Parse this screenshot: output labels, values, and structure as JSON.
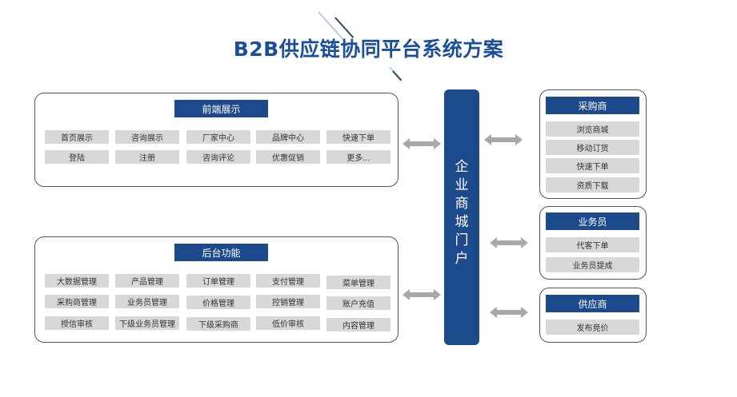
{
  "title": "B2B供应链协同平台系统方案",
  "portal": {
    "label": "企业商城门户"
  },
  "front": {
    "header": "前端展示",
    "items": [
      "首页展示",
      "咨询展示",
      "厂家中心",
      "品牌中心",
      "快速下单",
      "登陆",
      "注册",
      "咨询评论",
      "优惠促销",
      "更多..."
    ]
  },
  "back": {
    "header": "后台功能",
    "items": [
      "大数据管理",
      "产品管理",
      "订单管理",
      "支付管理",
      "菜单管理",
      "采购商管理",
      "业务员管理",
      "价格管理",
      "控销管理",
      "账户充值",
      "授信审核",
      "下级业务员管理",
      "下级采购商",
      "低价审核",
      "内容管理"
    ]
  },
  "buyer": {
    "header": "采购商",
    "items": [
      "浏览商城",
      "移动订货",
      "快速下单",
      "资质下载"
    ]
  },
  "sales": {
    "header": "业务员",
    "items": [
      "代客下单",
      "业务员提成"
    ]
  },
  "supplier": {
    "header": "供应商",
    "items": [
      "发布竞价"
    ]
  },
  "colors": {
    "primary": "#1d4a8c",
    "title": "#1b4f9b",
    "chip": "#d9d8d6",
    "arrow": "#a8a8a8"
  }
}
